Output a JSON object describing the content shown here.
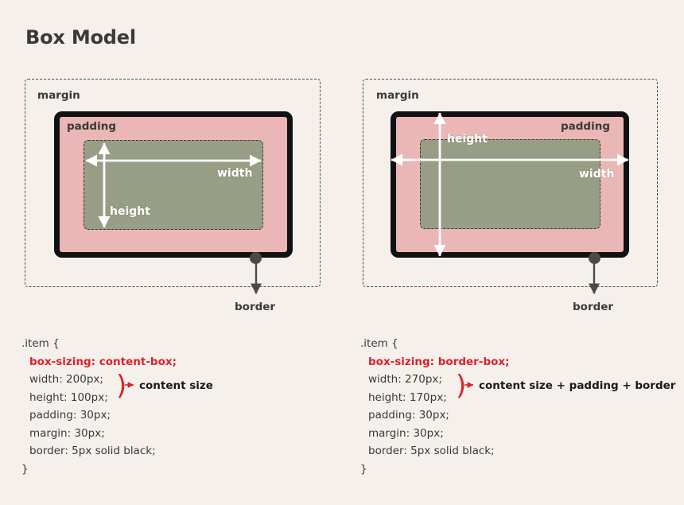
{
  "page": {
    "title": "Box Model",
    "background_color": "#f5f0ec",
    "text_color": "#3a3a38",
    "accent_red": "#d8232a",
    "padding_color": "#eab6b6",
    "content_color": "#979e85",
    "border_color": "#111111"
  },
  "diagrams": [
    {
      "id": "content-box-diagram",
      "margin_label": "margin",
      "padding_label": "padding",
      "border_label": "border",
      "width_label": "width",
      "height_label": "height"
    },
    {
      "id": "border-box-diagram",
      "margin_label": "margin",
      "padding_label": "padding",
      "border_label": "border",
      "width_label": "width",
      "height_label": "height"
    }
  ],
  "code_blocks": [
    {
      "id": "content-box-code",
      "selector_open": ".item {",
      "highlight": "box-sizing: content-box;",
      "width": "width: 200px;",
      "height": "height: 100px;",
      "padding": "padding: 30px;",
      "margin": "margin: 30px;",
      "border": "border: 5px solid black;",
      "close": "}",
      "annotation": "content size"
    },
    {
      "id": "border-box-code",
      "selector_open": ".item {",
      "highlight": "box-sizing: border-box;",
      "width": "width: 270px;",
      "height": "height: 170px;",
      "padding": "padding: 30px;",
      "margin": "margin: 30px;",
      "border": "border: 5px solid black;",
      "close": "}",
      "annotation": "content size + padding + border"
    }
  ]
}
